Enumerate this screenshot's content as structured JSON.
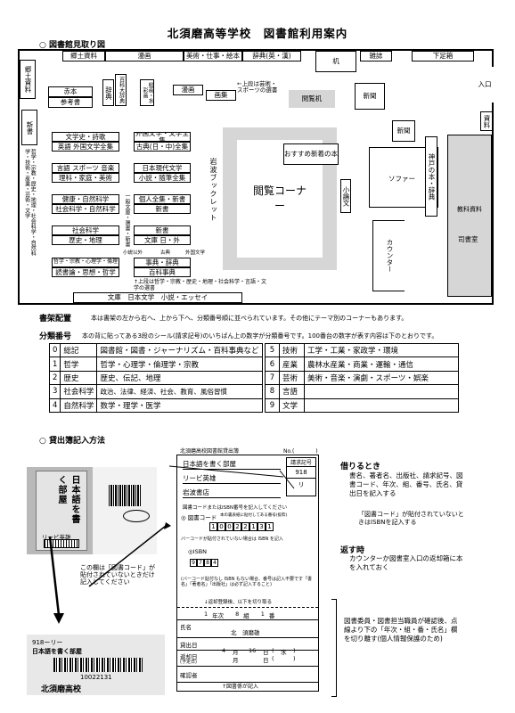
{
  "title": "北須磨高等学校　図書館利用案内",
  "section1": "○ 図書館見取り図",
  "map": {
    "top_shelves": [
      "郷土資料",
      "漫画",
      "美術・仕事・絵本",
      "辞典(英・漢)",
      "机",
      "雑誌",
      "下足箱"
    ],
    "kyodo": "郷土資料",
    "entrance": "入口",
    "material_right": "資料",
    "akahon": "赤本",
    "sanko": "参考書",
    "jiten": "辞典",
    "hyakka": "百科大辞典",
    "kaiga": "絵画・水彩画",
    "manga2": "漫画",
    "gashu": "画集",
    "upper_note": "←上段は芸術・スポーツの選書",
    "desk1": "閲覧机",
    "shinbun1": "新聞",
    "shinbun2": "新聞",
    "shinsho": "新書",
    "shinsho_sub": "哲学・宗教・歴史・地理・社会科学・自然科学・技術・産業・芸術・文学",
    "shelf_l1": [
      "文学史・詩歌",
      "英語 外国文学全集"
    ],
    "shelf_l2": [
      "言語 スポーツ 音楽",
      "理科・家庭・美術"
    ],
    "shelf_l3": [
      "健康・自然科学",
      "社会科学・自然科学"
    ],
    "shelf_l4": [
      "社会科学",
      "歴史・地理"
    ],
    "shelf_l5": [
      "哲学・宗教・心理学・倫理",
      "読書論・思想・哲学"
    ],
    "shelf_m1": [
      "外国文学・文学全集",
      "古典(日・中)全集"
    ],
    "shelf_m2": [
      "日本現代文学",
      "小説・随筆全集"
    ],
    "shelf_m3": [
      "個人全集・新書",
      "新書"
    ],
    "shelf_m4": [
      "新書",
      "文庫 日・外"
    ],
    "shelf_m5": [
      "事典・辞典",
      "百科事典"
    ],
    "ippan": "一般文庫・選書・新書",
    "small_note1": "小説以外",
    "small_note2": "古典",
    "small_note3": "外国文学",
    "iwanami": "岩波ブックレット",
    "reading_corner": "閲覧コーナー",
    "osusume": "おすすめ新着の本",
    "shosetsu": "小論文",
    "sofa": "ソファー",
    "kobe": "神戸の本・辞典",
    "kyoka": "教科資料",
    "shisho": "司書室",
    "counter": "カウンター",
    "bunko": "文庫　日本文学　小説・エッセイ",
    "bunko_note": "↑上段は哲学・宗教・歴史・地理・社会科学・言語・文学の選書"
  },
  "arrangement_label": "書架配置",
  "arrangement_text": "本は書架の左から右へ、上から下へ、分類番号順に並べられています。その他にテーマ別のコーナーもあります。",
  "classification_label": "分類番号",
  "classification_text": "本の背に貼ってある3段のシール(請求記号)のいちばん上の数字が分類番号です。100番台の数字が表す内容は下のとおりです。",
  "classes": [
    {
      "n": "0",
      "name": "総記",
      "desc": "図書館・図書・ジャーナリズム・百科事典など"
    },
    {
      "n": "1",
      "name": "哲学",
      "desc": "哲学・心理学・倫理学・宗教"
    },
    {
      "n": "2",
      "name": "歴史",
      "desc": "歴史、伝記、地理"
    },
    {
      "n": "3",
      "name": "社会科学",
      "desc": "政治、法律、経済、社会、教育、風俗習慣"
    },
    {
      "n": "4",
      "name": "自然科学",
      "desc": "数学・理学・医学"
    },
    {
      "n": "5",
      "name": "技術",
      "desc": "工学・工業・家政学・環境"
    },
    {
      "n": "6",
      "name": "産業",
      "desc": "農林水産業・商業・運輸・通信"
    },
    {
      "n": "7",
      "name": "芸術",
      "desc": "美術・音楽・演劇・スポーツ・娯楽"
    },
    {
      "n": "8",
      "name": "言語",
      "desc": ""
    },
    {
      "n": "9",
      "name": "文学",
      "desc": ""
    }
  ],
  "section2": "○ 貸出簿記入方法",
  "book": {
    "title": "日本語を書く部屋",
    "author": "リービ英雄",
    "publisher": "岩波書店",
    "label_code": "918ーリー",
    "barcode_num": "10022131",
    "school": "北須磨高校"
  },
  "note_code": "この欄は「図書コード」が貼付されていないときだけ記入してください",
  "form": {
    "header": "北須磨高校図書館貸出簿",
    "no_label": "No.(　　　　)",
    "title_line": "日本語を書く部屋",
    "author_line": "リービ英雄",
    "pub_line": "岩波書店",
    "call_box_label": "請求記号",
    "call_num": "918",
    "call_sub": "リ",
    "entry_note": "図書コードまたはISBN番号を記入してください",
    "code_label": "◎ 図書コード",
    "code_sub": "本の裏表紙に貼付してある番号(抜粋)",
    "code_digits": [
      "1",
      "0",
      "0",
      "2",
      "2",
      "1",
      "3",
      "1"
    ],
    "barcode_note": "バーコードが貼付されていない場合は ISBN を記入",
    "isbn_label": "◎ISBN",
    "isbn_digits": [
      "9",
      "7",
      "8",
      "4"
    ],
    "isbn_note": "(バーコード貼付なし ISBN もない場合、番号は記入不要です「書名」「著者名」「出版社」は必ず記入すること)",
    "return_note": "↓返却登録後、以下を切り取る",
    "class_row": {
      "grade": "1",
      "class": "8",
      "num": "1"
    },
    "grade_label": "年次",
    "class_label": "組",
    "num_label": "番",
    "name_label": "氏名",
    "name_value": "北　須磨雄",
    "loan_date_label": "貸出日",
    "loan_month": "4",
    "loan_day": "16",
    "loan_dow": "水",
    "due_label": "返却日",
    "due_sub": "(予定日)",
    "confirm_label": "確認者",
    "bottom": "↑図書係が記入",
    "month_label": "月",
    "day_label": "日",
    "dow_open": "(",
    "dow_close": ")"
  },
  "borrow_title": "借りるとき",
  "borrow_text": "書名、著者名、出版社、請求記号、図書コード、年次、組、番号、氏名、貸出日を記入する",
  "borrow_sub": "「図書コード」が貼付されていないときはISBNを記入する",
  "return_title": "返す時",
  "return_text": "カウンターか図書室入口の返却箱に本を入れておく",
  "staff_text": "図書委員・図書担当職員が確認後、点線より下の「年次・組・番・氏名」欄を切り離す(個人情報保護のため)"
}
